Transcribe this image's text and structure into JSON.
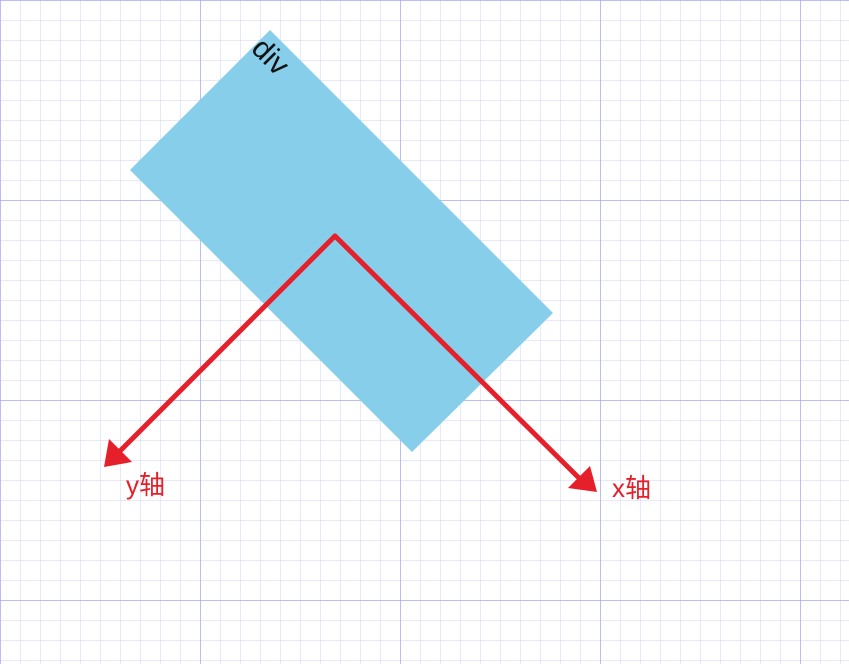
{
  "colors": {
    "background": "#ffffff",
    "grid_minor": "#cfd0f5",
    "grid_major": "#a6a8ee",
    "box_fill": "#87ceeb",
    "axis": "#e5202a",
    "div_label": "#111111"
  },
  "box": {
    "label": "div"
  },
  "axes": {
    "x_label": "x轴",
    "y_label": "y轴"
  }
}
